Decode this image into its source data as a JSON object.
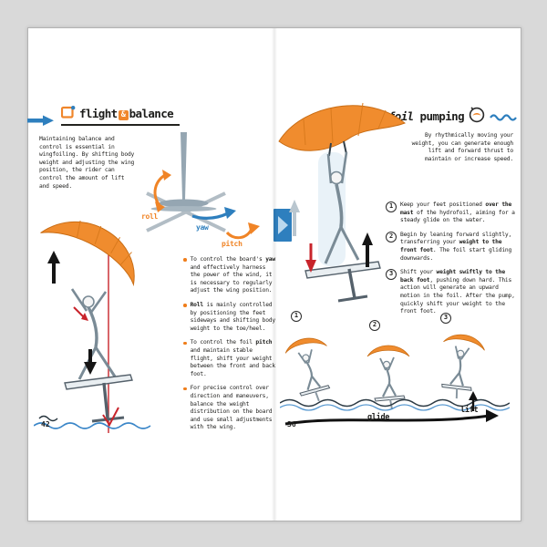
{
  "colors": {
    "orange": "#f0862b",
    "blue": "#2e7fbe",
    "red": "#c8242b",
    "ink": "#1d1d1b",
    "gray_blue": "#95a6b2",
    "background": "#d9d9d9"
  },
  "left_page": {
    "page_number": "42",
    "header": {
      "title_pre": "flight",
      "ampersand": "&",
      "title_post": "balance"
    },
    "intro": "Maintaining balance and control is essential in wingfoiling. By shifting body weight and adjusting the wing position, the rider can control the amount of lift and speed.",
    "axis_labels": {
      "roll": "roll",
      "yaw": "yaw",
      "pitch": "pitch"
    },
    "bullets": [
      {
        "pre": "To control the board's ",
        "bold": "yaw",
        "post": " and effectively harness the power of the wind, it is necessary to regularly adjust the wing position."
      },
      {
        "pre": "",
        "bold": "Roll",
        "post": " is mainly controlled by positioning the feet sideways and shifting body weight to the toe/heel."
      },
      {
        "pre": "To control the foil ",
        "bold": "pitch",
        "post": " and maintain stable flight, shift your weight between the front and back foot."
      },
      {
        "pre": "For precise control over direction and maneuvers, balance the weight distribution on the board and use small adjustments with the wing.",
        "bold": "",
        "post": ""
      }
    ]
  },
  "right_page": {
    "page_number": "36",
    "header": {
      "title_pre": "foil",
      "title_post": "pumping"
    },
    "intro": "By rhythmically moving your weight, you can generate enough lift and forward thrust to maintain or increase speed.",
    "steps": [
      {
        "num": "1",
        "pre": "Keep your feet positioned ",
        "bold": "over the mast",
        "post": " of the hydrofoil, aiming for a steady glide on the water."
      },
      {
        "num": "2",
        "pre": "Begin by leaning forward slightly, transferring your ",
        "bold": "weight to the front foot",
        "post": ". The foil start gliding downwards."
      },
      {
        "num": "3",
        "pre": "Shift your ",
        "bold": "weight swiftly to the back foot",
        "post": ", pushing down hard. This action will generate an upward motion in the foil. After the pump, quickly shift your weight to the front foot."
      }
    ],
    "sequence_labels": [
      "1",
      "2",
      "3"
    ],
    "bottom_labels": {
      "glide": "glide",
      "lift": "lift"
    }
  }
}
